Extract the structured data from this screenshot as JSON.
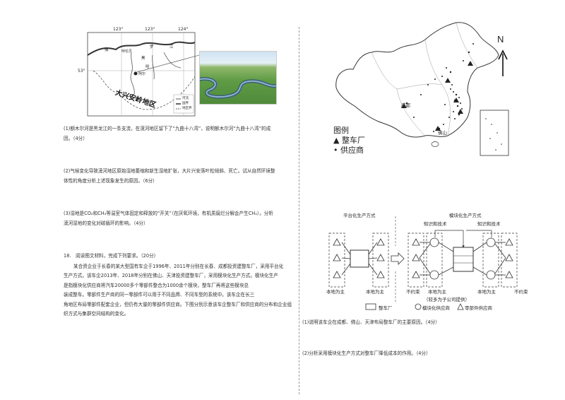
{
  "left": {
    "map1": {
      "lon_labels": [
        "123°",
        "123°",
        "124°"
      ],
      "lat_label": "53°",
      "labels": {
        "country_left": "俄",
        "country_right": "罗",
        "river_label": "黑",
        "river_label2": "江",
        "town": "呼伦贝",
        "region": "大兴安岭地区",
        "city": "阿尔",
        "ha": "哈",
        "legend1": "河流",
        "legend2": "国界",
        "legend3": "地区界"
      }
    },
    "q1": {
      "line1": "(1)额木尔河是黑龙江的一条支流，在漠河地区留下了“九曲十八湾”，说明额木尔河“九曲十八湾”的成",
      "line2": "因。（4分）"
    },
    "q2": {
      "line1": "(2)气候变化导致漠河地区原始湿地萎缩和新生湿地扩张，大片兴安落叶松倾斜、死亡。试从自然环境整",
      "line2": "体性的角度分析上述现象发生的原因。（6分）"
    },
    "q3": {
      "line1": "(3)湿地是CO₂和CH₄等温室气体固定和释放的“开关”（在厌氧环境，有机质腐烂分解会产生CH₄）。分析",
      "line2": "漠河湿地的变化对碳循环的影响。（4分）"
    },
    "q18": {
      "heading": "18.　阅读图文材料，完成下列要求。（20分）",
      "lines": [
        "某合资企业于长春的某大型国有车企于1996年、2011年分别在长春、成都投资建整车厂，采用平台化",
        "生产方式。该车企2013年、2018年分别在佛山、天津投资建整车厂，采用模块化生产方式。模块化生产",
        "是指模块化供应商将汽车20000多个零部件整合为1000余个模块，整车厂再将这些模块总",
        "装成整车。零部件生产商的同一零部件可以用于不同品牌、不同车型的系统中。该车企在长三",
        "角地区布局零部件配套企业，但仍有大量的零部件供应商。下图分别示意该车企整车厂和供应商的分布和企业组",
        "织方式与集群空间结构的变化。"
      ]
    }
  },
  "right": {
    "china_map": {
      "north": "N",
      "legend_title": "图例",
      "legend_car": "▲ 整车厂",
      "legend_supplier": "• 供应商",
      "city_chengdu": "成都",
      "city_foshan": "佛山"
    },
    "diagram": {
      "platform_title": "平台化生产方式",
      "module_title": "模块化生产方式",
      "knowledge1": "知识和技术",
      "knowledge2": "知识和技术",
      "local1": "本地为主",
      "local2": "本地为主",
      "unconstrained1": "不约束",
      "local3": "本地为主",
      "local4": "本地为主",
      "unconstrained2": "不约束",
      "company_note": "（较多为子公司提供）",
      "legend_car": "整车厂",
      "legend_module": "模块化供应商",
      "legend_parts": "零部件供应商"
    },
    "q1": "(1)说明该车企在成都、佛山、天津布局整车厂的主要原因。（4分）",
    "q2": "(2)分析采用模块化生产方式对整车厂降低成本的作用。（4分）"
  }
}
